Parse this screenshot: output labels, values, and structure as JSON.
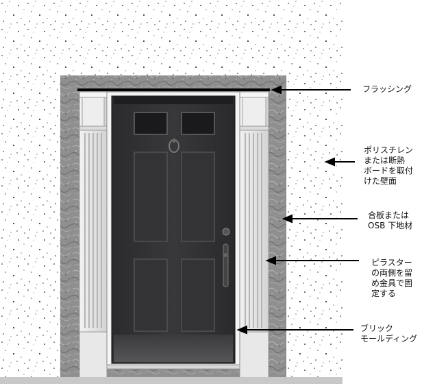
{
  "callouts": [
    {
      "id": "flashing",
      "text": "フラッシング"
    },
    {
      "id": "foam-wall",
      "text": "ポリスチレン\nまたは断熱\nボードを取付\nけた壁面"
    },
    {
      "id": "sheathing",
      "text": "合板または\nOSB 下地材"
    },
    {
      "id": "pilaster-fastening",
      "text": "ピラスター\nの両側を留\nめ金具で固\n定する"
    },
    {
      "id": "brick-molding",
      "text": "ブリック\nモールディング"
    }
  ],
  "colors": {
    "stucco": "#ffffff",
    "stucco_speck": "#111111",
    "sheathing": "#8f8f8f",
    "pilaster": "#e6e6e6",
    "door": "#2f2f31",
    "door_panel_edge": "#4a4a4d",
    "flashing": "#000000",
    "step": "#c8c8c8"
  },
  "icons": {
    "knocker": "door-knocker-icon",
    "handle": "door-handle-icon"
  }
}
